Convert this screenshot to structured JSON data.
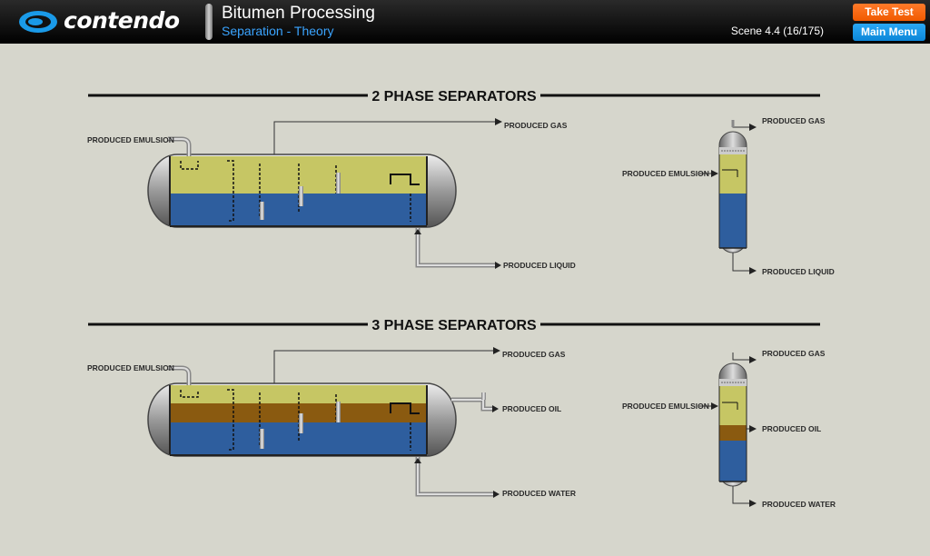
{
  "header": {
    "brand": "contendo",
    "course_title": "Bitumen Processing",
    "course_subtitle": "Separation - Theory",
    "scene": "Scene 4.4 (16/175)",
    "take_test_label": "Take Test",
    "main_menu_label": "Main Menu"
  },
  "colors": {
    "gas": "#c6c664",
    "oil": "#8a5a10",
    "water": "#2e5e9e",
    "take_test": "#f26a10",
    "main_menu": "#1596e4"
  },
  "sections": {
    "two_phase": {
      "heading": "2 PHASE SEPARATORS",
      "horizontal": {
        "inlet": "PRODUCED EMULSION",
        "top_outlet": "PRODUCED GAS",
        "bottom_outlet": "PRODUCED LIQUID"
      },
      "vertical": {
        "inlet": "PRODUCED EMULSION",
        "top_outlet": "PRODUCED GAS",
        "bottom_outlet": "PRODUCED LIQUID"
      }
    },
    "three_phase": {
      "heading": "3 PHASE SEPARATORS",
      "horizontal": {
        "inlet": "PRODUCED EMULSION",
        "top_outlet": "PRODUCED GAS",
        "side_outlet": "PRODUCED OIL",
        "bottom_outlet": "PRODUCED WATER"
      },
      "vertical": {
        "inlet": "PRODUCED EMULSION",
        "top_outlet": "PRODUCED GAS",
        "side_outlet": "PRODUCED OIL",
        "bottom_outlet": "PRODUCED WATER"
      }
    }
  }
}
